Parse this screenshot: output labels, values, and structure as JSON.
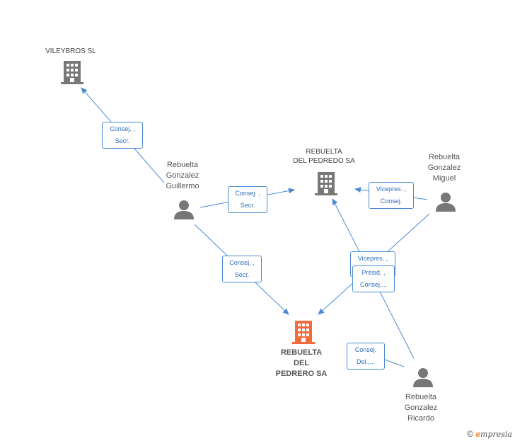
{
  "colors": {
    "edge": "#4a8ad4",
    "company": "#777777",
    "main_company": "#f26b3a",
    "person": "#777777"
  },
  "nodes": {
    "vileybros": {
      "label": "VILEYBROS SL",
      "icon": "building-icon"
    },
    "rebuelta_top": {
      "label_line1": "REBUELTA",
      "label_line2": "DEL PEDREDO SA",
      "icon": "building-icon"
    },
    "rebuelta_main": {
      "label_line1": "REBUELTA",
      "label_line2": "DEL",
      "label_line3": "PEDRERO SA",
      "icon": "building-icon"
    },
    "guillermo": {
      "line1": "Rebuelta",
      "line2": "Gonzalez",
      "line3": "Guillermo",
      "icon": "person-icon"
    },
    "miguel": {
      "line1": "Rebuelta",
      "line2": "Gonzalez",
      "line3": "Miguel",
      "icon": "person-icon"
    },
    "ricardo": {
      "line1": "Rebuelta",
      "line2": "Gonzalez",
      "line3": "Ricardo",
      "icon": "person-icon"
    }
  },
  "edges": {
    "guillermo_vileybros": {
      "line1": "Consej. ,",
      "line2": "Secr."
    },
    "guillermo_top": {
      "line1": "Consej. ,",
      "line2": "Secr."
    },
    "guillermo_main": {
      "line1": "Consej. ,",
      "line2": "Secr."
    },
    "miguel_top": {
      "line1": "Vicepres. ,",
      "line2": "Consej."
    },
    "miguel_main": {
      "line1": "Vicepres. ,",
      "line2": ""
    },
    "ricardo_top": {
      "line1": "Presid. ,",
      "line2": "Consej...."
    },
    "ricardo_main": {
      "line1": "Consej.",
      "line2": "Del.,..."
    }
  },
  "footer": {
    "copyright": "©",
    "brand_e": "e",
    "brand_rest": "mpresia"
  }
}
